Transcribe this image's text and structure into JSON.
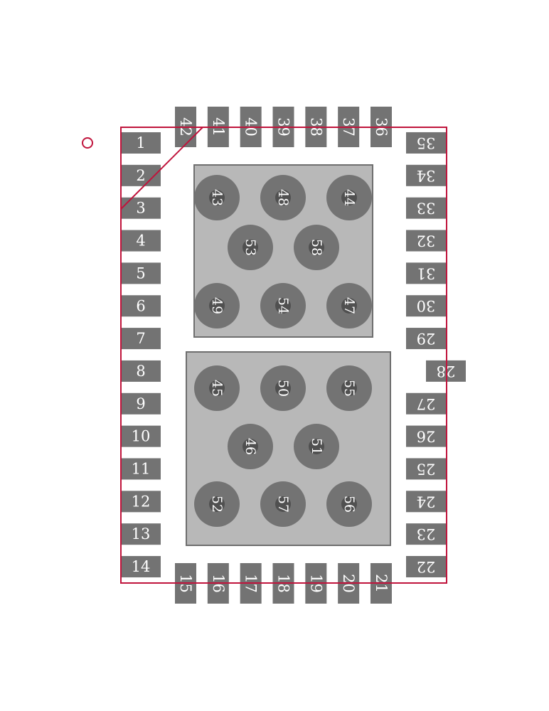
{
  "footprint": {
    "outline_color": "#c0143c",
    "pad_color": "#737373",
    "exposed_pad_color": "#b8b8b8",
    "pins": {
      "left": [
        "1",
        "2",
        "3",
        "4",
        "5",
        "6",
        "7",
        "8",
        "9",
        "10",
        "11",
        "12",
        "13",
        "14"
      ],
      "bottom": [
        "15",
        "16",
        "17",
        "18",
        "19",
        "20",
        "21"
      ],
      "right": [
        "22",
        "23",
        "24",
        "25",
        "26",
        "27",
        "28",
        "29",
        "30",
        "31",
        "32",
        "33",
        "34",
        "35"
      ],
      "top": [
        "36",
        "37",
        "38",
        "39",
        "40",
        "41",
        "42"
      ]
    },
    "pad_upper_vias": [
      "43",
      "48",
      "44",
      "53",
      "58",
      "49",
      "54",
      "47"
    ],
    "pad_lower_vias": [
      "45",
      "50",
      "55",
      "46",
      "51",
      "52",
      "57",
      "56"
    ]
  }
}
